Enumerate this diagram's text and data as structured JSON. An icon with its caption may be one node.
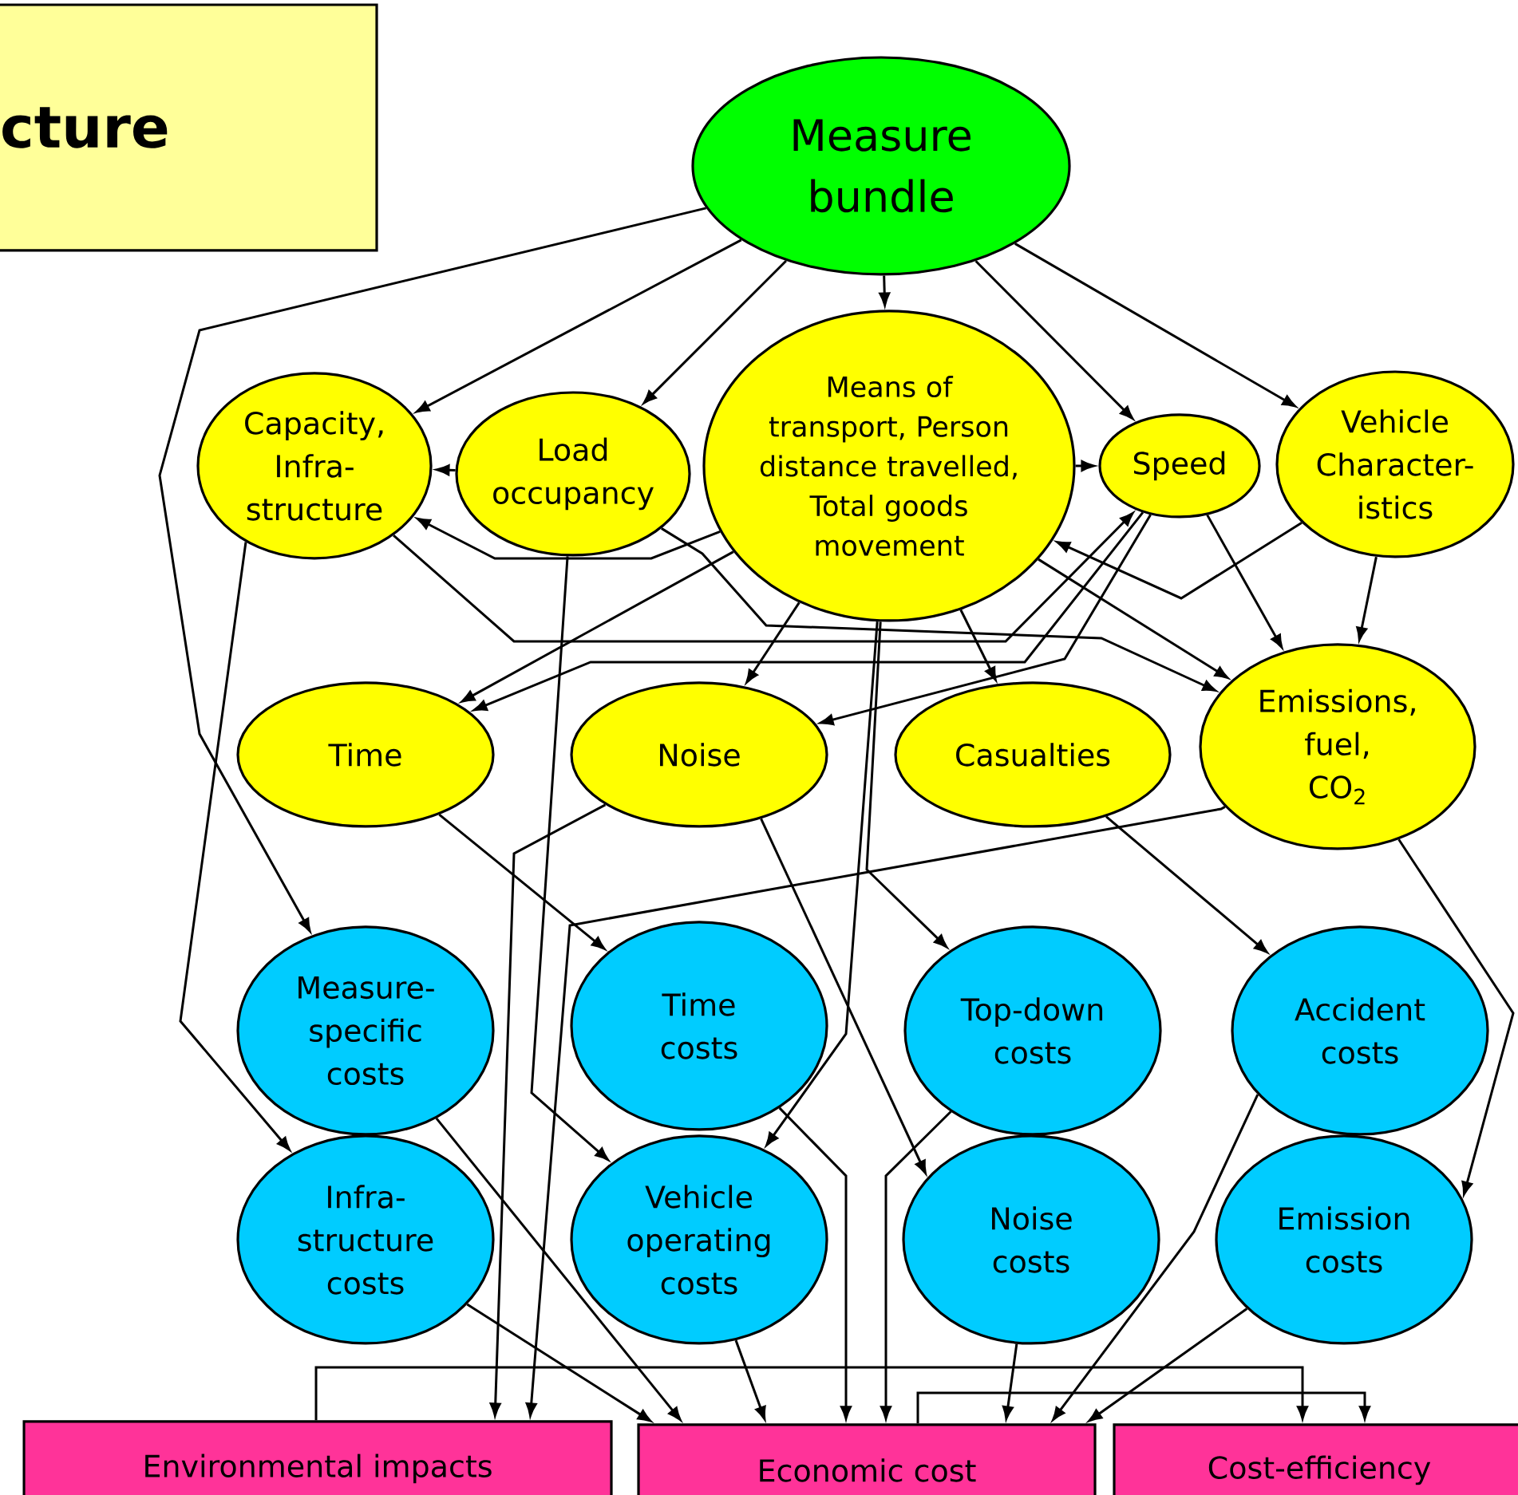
{
  "diagram": {
    "nodes": [
      {
        "text": [
          "cture"
        ]
      },
      {
        "text": [
          "Measure bundle"
        ]
      },
      {
        "text": [
          "Capacity, Infra-structure"
        ]
      },
      {
        "text": [
          "Load occupancy"
        ]
      },
      {
        "text": [
          "Means of transport, Person distance travelled, Total goods movement"
        ]
      },
      {
        "text": [
          "Speed"
        ]
      },
      {
        "text": [
          "Vehicle Character-istics"
        ]
      },
      {
        "text": [
          "Time"
        ]
      },
      {
        "text": [
          "Noise"
        ]
      },
      {
        "text": [
          "Casualties"
        ]
      },
      {
        "text": [
          "Emissions, fuel, CO$_{2}$"
        ]
      },
      {
        "text": [
          "Measure-specific costs"
        ]
      },
      {
        "text": [
          "Time costs"
        ]
      },
      {
        "text": [
          "Top-down costs"
        ]
      },
      {
        "text": [
          "Accident costs"
        ]
      },
      {
        "text": [
          "Infra-structure costs"
        ]
      },
      {
        "text": [
          "Vehicle operating costs"
        ]
      },
      {
        "text": [
          "Noise costs"
        ]
      },
      {
        "text": [
          "Emission costs"
        ]
      },
      {
        "text": [
          "Environmental impacts"
        ]
      },
      {
        "text": [
          "Economic cost"
        ]
      },
      {
        "text": [
          "Cost-efficiency"
        ]
      }
    ],
    "edges": [
      {
        "from": 1,
        "to": 2,
        "arrow": "to"
      },
      {
        "from": 1,
        "to": 3,
        "arrow": "to"
      },
      {
        "from": 1,
        "to": 4,
        "arrow": "to"
      },
      {
        "from": 1,
        "to": 5,
        "arrow": "to"
      },
      {
        "from": 1,
        "to": 6,
        "arrow": "to"
      },
      {
        "from": 1,
        "to": 11,
        "arrow": "to"
      },
      {
        "from": 3,
        "to": 2,
        "arrow": "to"
      },
      {
        "from": 4,
        "to": 5,
        "arrow": "to"
      },
      {
        "from": 4,
        "to": 2,
        "arrow": "to"
      },
      {
        "from": 6,
        "to": 4,
        "arrow": "to"
      },
      {
        "from": 2,
        "to": 5,
        "arrow": "to"
      },
      {
        "from": 3,
        "to": 10,
        "arrow": "to"
      },
      {
        "from": 4,
        "to": 10,
        "arrow": "to"
      },
      {
        "from": 5,
        "to": 10,
        "arrow": "to"
      },
      {
        "from": 6,
        "to": 10,
        "arrow": "to"
      },
      {
        "from": 4,
        "to": 7,
        "arrow": "to"
      },
      {
        "from": 5,
        "to": 7,
        "arrow": "to"
      },
      {
        "from": 5,
        "to": 8,
        "arrow": "to"
      },
      {
        "from": 4,
        "to": 8,
        "arrow": "to"
      },
      {
        "from": 4,
        "to": 9,
        "arrow": "to"
      },
      {
        "from": 4,
        "to": 13,
        "arrow": "to"
      },
      {
        "from": 4,
        "to": 16,
        "arrow": "to"
      },
      {
        "from": 7,
        "to": 12,
        "arrow": "to"
      },
      {
        "from": 9,
        "to": 14,
        "arrow": "to"
      },
      {
        "from": 8,
        "to": 17,
        "arrow": "to"
      },
      {
        "from": 8,
        "to": 19,
        "arrow": "to"
      },
      {
        "from": 10,
        "to": 19,
        "arrow": "to"
      },
      {
        "from": 3,
        "to": 16,
        "arrow": "to"
      },
      {
        "from": 10,
        "to": 18,
        "arrow": "to"
      },
      {
        "from": 2,
        "to": 15,
        "arrow": "to"
      },
      {
        "from": 11,
        "to": 20,
        "arrow": "to"
      },
      {
        "from": 15,
        "to": 20,
        "arrow": "to"
      },
      {
        "from": 16,
        "to": 20,
        "arrow": "to"
      },
      {
        "from": 12,
        "to": 20,
        "arrow": "to"
      },
      {
        "from": 13,
        "to": 20,
        "arrow": "to"
      },
      {
        "from": 17,
        "to": 20,
        "arrow": "to"
      },
      {
        "from": 14,
        "to": 20,
        "arrow": "to"
      },
      {
        "from": 18,
        "to": 20,
        "arrow": "to"
      },
      {
        "from": 19,
        "to": 21,
        "arrow": "to"
      },
      {
        "from": 20,
        "to": 21,
        "arrow": "to"
      }
    ]
  }
}
